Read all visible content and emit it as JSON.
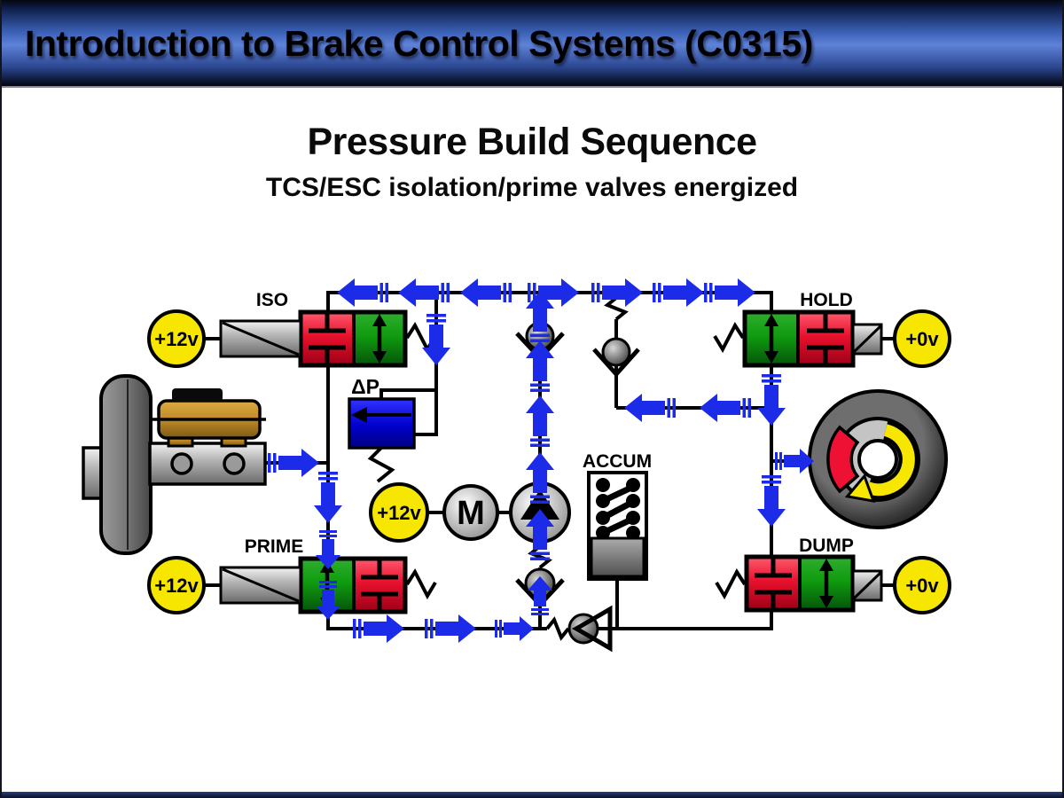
{
  "header": {
    "title": "Introduction to Brake Control Systems (C0315)"
  },
  "slide": {
    "title": "Pressure Build Sequence",
    "subtitle": "TCS/ESC isolation/prime valves energized"
  },
  "diagram": {
    "valves": {
      "iso": {
        "label": "ISO",
        "voltage": "+12v"
      },
      "hold": {
        "label": "HOLD",
        "voltage": "+0v"
      },
      "prime": {
        "label": "PRIME",
        "voltage": "+12v"
      },
      "dump": {
        "label": "DUMP",
        "voltage": "+0v"
      }
    },
    "components": {
      "accumulator": {
        "label": "ACCUM"
      },
      "pressure_differential": {
        "label": "ΔP"
      },
      "motor": {
        "label": "M",
        "voltage": "+12v"
      }
    },
    "colors": {
      "flow_arrow_blue": "#1b2be8",
      "valve_open_green": "#0f9b0f",
      "valve_closed_red": "#e8112d",
      "indicator_yellow": "#f7e600",
      "delta_p_blue": "#0000cc",
      "header_blue": "#5e82d8"
    }
  }
}
